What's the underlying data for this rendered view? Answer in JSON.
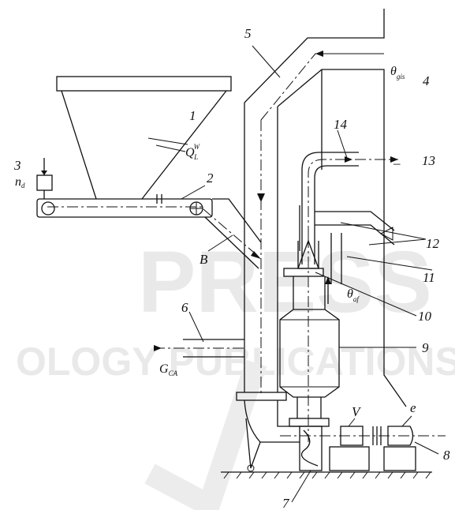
{
  "labels": {
    "l1": "1",
    "l2": "2",
    "l3": "3",
    "l4": "4",
    "l5": "5",
    "l6": "6",
    "l7": "7",
    "l8": "8",
    "l9": "9",
    "l10": "10",
    "l11": "11",
    "l12": "12",
    "l13": "13",
    "l14": "14",
    "B": "B",
    "V": "V",
    "e": "e"
  },
  "symbols": {
    "theta_gis": {
      "main": "θ",
      "sub": "gis"
    },
    "theta_af": {
      "main": "θ",
      "sub": "af"
    },
    "Q_L_W": {
      "main": "Q",
      "sub": "L",
      "sup": "W"
    },
    "G_CA": {
      "main": "G",
      "sub": "CA"
    },
    "n_d": {
      "main": "n",
      "sub": "d"
    }
  },
  "watermark": {
    "line1": "PRESS",
    "line2": "OLOGY PUBLICATIONS"
  }
}
